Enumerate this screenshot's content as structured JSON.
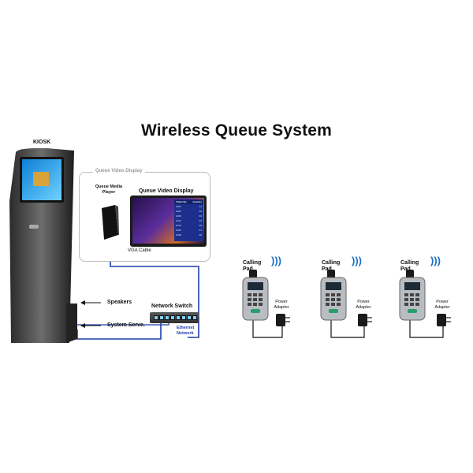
{
  "title": "Wireless Queue System",
  "kiosk": {
    "label": "KIOSK"
  },
  "display_box": {
    "caption": "Queue Video Display",
    "media_player_label": "Queue Media Player",
    "tv_label": "Queue Video Display",
    "vga_label": "VGA Cable",
    "tv_table": {
      "headers": [
        "Ticket No.",
        "Counter"
      ],
      "rows": [
        [
          "1004",
          "01"
        ],
        [
          "1005",
          "03"
        ],
        [
          "1006",
          "02"
        ],
        [
          "1024",
          "04"
        ],
        [
          "1018",
          "05"
        ],
        [
          "1026",
          "07"
        ],
        [
          "1098",
          "09"
        ]
      ]
    }
  },
  "connections": {
    "speakers": "Speakers",
    "system_server": "System Serve.",
    "network_switch": "Network Switch",
    "ethernet": "Ethernet Network"
  },
  "calling_pads": [
    {
      "label": "Calling Pad",
      "adapter_label": "Power Adapter"
    },
    {
      "label": "Calling Pad",
      "adapter_label": "Power Adapter"
    },
    {
      "label": "Calling Pad",
      "adapter_label": "Power Adapter"
    }
  ],
  "colors": {
    "wire_blue": "#1f3fa8",
    "wire_red": "#c0392b",
    "wifi_blue": "#1d6fc4"
  },
  "icons": {
    "wifi": "wifi-signal-icon"
  }
}
